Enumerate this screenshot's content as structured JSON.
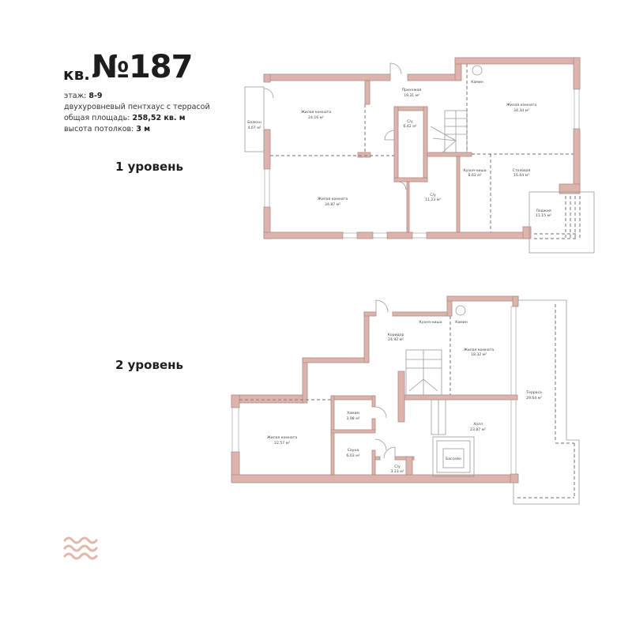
{
  "header": {
    "prefix": "кв.",
    "number": "№187"
  },
  "info": {
    "floor_label": "этаж:",
    "floor_value": "8-9",
    "type": "двухуровневый пентхаус с террасой",
    "area_label": "общая площадь:",
    "area_value": "258,52 кв. м",
    "height_label": "высота потолков:",
    "height_value": "3 м"
  },
  "levels": [
    {
      "label": "1 уровень",
      "rooms": [
        {
          "name": "Балкон",
          "area": "4.67 м²"
        },
        {
          "name": "Жилая комната",
          "area": "24.16 м²"
        },
        {
          "name": "Прихожая",
          "area": "19.31 м²"
        },
        {
          "name": "С/у",
          "area": "6.42 м²"
        },
        {
          "name": "Жилая комната",
          "area": "34.87 м²"
        },
        {
          "name": "С/у",
          "area": "11.23 м²"
        },
        {
          "name": "Камин",
          "area": ""
        },
        {
          "name": "Жилая комната",
          "area": "34.34 м²"
        },
        {
          "name": "Кухня-ниша",
          "area": "8.63 м²"
        },
        {
          "name": "Столовая",
          "area": "16.64 м²"
        },
        {
          "name": "Лоджия",
          "area": "11.15 м²"
        }
      ]
    },
    {
      "label": "2 уровень",
      "rooms": [
        {
          "name": "Коридор",
          "area": "24.92 м²"
        },
        {
          "name": "Кухня-ниша",
          "area": ""
        },
        {
          "name": "Камин",
          "area": ""
        },
        {
          "name": "Жилая комната",
          "area": "18.32 м²"
        },
        {
          "name": "Хамам",
          "area": "3.98 м²"
        },
        {
          "name": "Жилая комната",
          "area": "22.57 м²"
        },
        {
          "name": "Сауна",
          "area": "6.03 м²"
        },
        {
          "name": "С/у",
          "area": "3.23 м²"
        },
        {
          "name": "Холл",
          "area": "23.87 м²"
        },
        {
          "name": "Бассейн",
          "area": ""
        },
        {
          "name": "Терраса",
          "area": "29.64 м²"
        }
      ]
    }
  ],
  "colors": {
    "wall": "#dcb4ac",
    "wall_stroke": "#b08c84",
    "text": "#1d1d1d",
    "dash": "#8a8a8a"
  }
}
